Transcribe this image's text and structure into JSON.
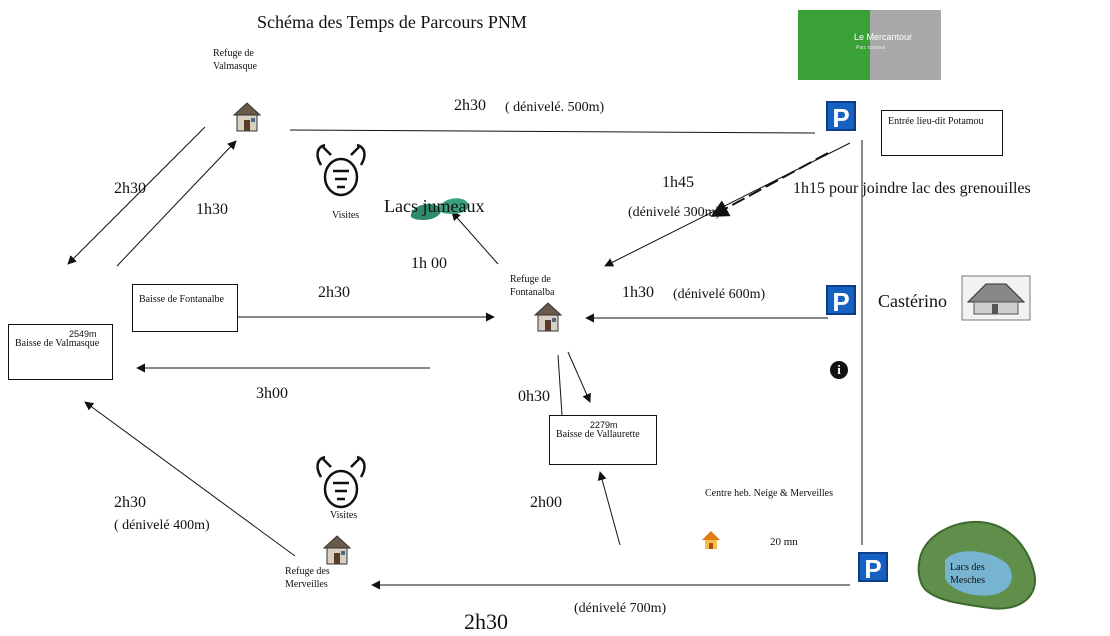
{
  "diagram": {
    "title": "Schéma des Temps de Parcours PNM",
    "logo": {
      "brand": "Le Mercantour",
      "tagline": "Parc national",
      "icon": "spiral-logo-icon",
      "colors": {
        "green": "#3aa137",
        "gray": "#a9a9a9"
      }
    },
    "nodes": {
      "refuge_valmasque": "Refuge de Valmasque",
      "entree_potamou": "Entrée lieu-dit Potamou",
      "lacs_jumeaux": "Lacs jumeaux",
      "visites_top": "Visites",
      "baisse_fontanalbe": "Baisse de Fontanalbe",
      "refuge_fontanalbe": "Refuge de Fontanalba",
      "castérino": "Castérino",
      "baisse_valmasque": "Baisse de Valmasque",
      "baisse_valmasque_alt": "2549m",
      "baisse_vallaurette": "Baisse de Vallaurette",
      "baisse_vallaurette_alt": "2279m",
      "visites_bottom": "Visites",
      "refuge_merveilles": "Refuge des Merveilles",
      "centre_heb": "Centre heb. Neige & Merveilles",
      "centre_time": "20 mn",
      "lacs_mesches": "Lacs des Mesches",
      "parking_label": "P",
      "info_label": "i"
    },
    "edges": {
      "valmasque_potamou_time": "2h30",
      "valmasque_potamou_denivele": "( dénivelé. 500m)",
      "baisse_to_refuge_left": "2h30",
      "baisse_to_refuge_right": "1h30",
      "potamou_fontanalbe_time": "1h45",
      "potamou_fontanalbe_denivele": "(dénivelé 300m)",
      "potamou_grenouilles": "1h15 pour joindre lac des grenouilles",
      "fontanalbe_lacs_jumeaux": "1h 00",
      "baisse_fontanalbe_time": "2h30",
      "casterino_fontanalbe": "1h30",
      "casterino_fontanalbe_denivele": "(dénivelé 600m)",
      "fontanalbe_baisse_valmasque": "3h00",
      "fontanalbe_vallaurette": "0h30",
      "merveilles_baisse_valmasque": "2h30",
      "merveilles_baisse_valmasque_denivele": "( dénivelé 400m)",
      "to_vallaurette": "2h00",
      "mesches_merveilles_denivele": "(dénivelé 700m)",
      "mesches_merveilles_time": "2h30"
    }
  }
}
